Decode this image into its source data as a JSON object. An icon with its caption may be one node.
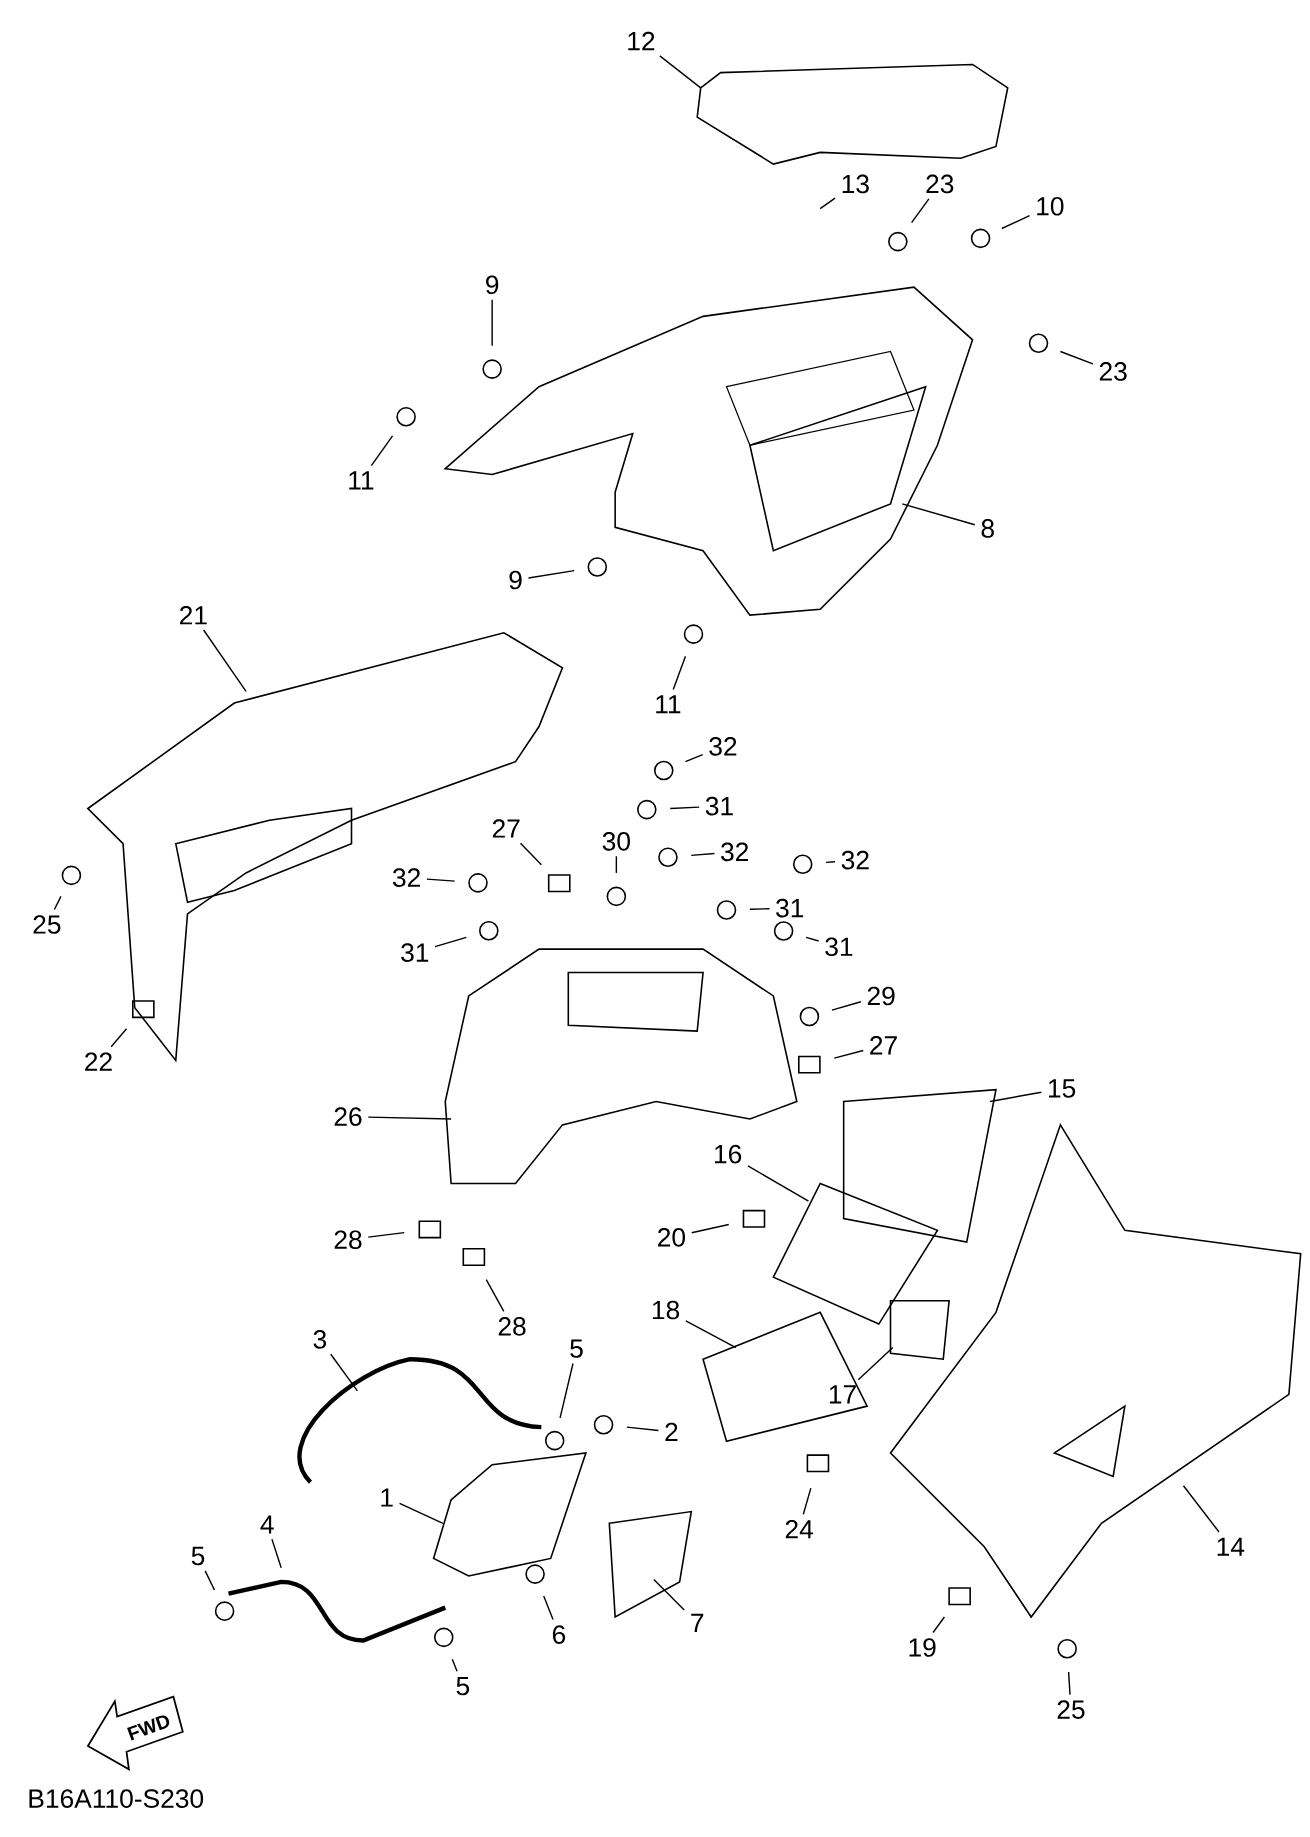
{
  "diagram": {
    "nodes": [
      {
        "text": [
          "12"
        ]
      },
      {
        "text": [
          "13"
        ]
      },
      {
        "text": [
          "23"
        ]
      },
      {
        "text": [
          "10"
        ]
      },
      {
        "text": [
          "9"
        ]
      },
      {
        "text": [
          "23"
        ]
      },
      {
        "text": [
          "11"
        ]
      },
      {
        "text": [
          "8"
        ]
      },
      {
        "text": [
          "9"
        ]
      },
      {
        "text": [
          "21"
        ]
      },
      {
        "text": [
          "11"
        ]
      },
      {
        "text": [
          "32"
        ]
      },
      {
        "text": [
          "31"
        ]
      },
      {
        "text": [
          "27"
        ]
      },
      {
        "text": [
          "30"
        ]
      },
      {
        "text": [
          "32"
        ]
      },
      {
        "text": [
          "32"
        ]
      },
      {
        "text": [
          "32"
        ]
      },
      {
        "text": [
          "25"
        ]
      },
      {
        "text": [
          "31"
        ]
      },
      {
        "text": [
          "31"
        ]
      },
      {
        "text": [
          "31"
        ]
      },
      {
        "text": [
          "29"
        ]
      },
      {
        "text": [
          "27"
        ]
      },
      {
        "text": [
          "22"
        ]
      },
      {
        "text": [
          "15"
        ]
      },
      {
        "text": [
          "26"
        ]
      },
      {
        "text": [
          "16"
        ]
      },
      {
        "text": [
          "20"
        ]
      },
      {
        "text": [
          "28"
        ]
      },
      {
        "text": [
          "18"
        ]
      },
      {
        "text": [
          "28"
        ]
      },
      {
        "text": [
          "3"
        ]
      },
      {
        "text": [
          "5"
        ]
      },
      {
        "text": [
          "2"
        ]
      },
      {
        "text": [
          "17"
        ]
      },
      {
        "text": [
          "1"
        ]
      },
      {
        "text": [
          "4"
        ]
      },
      {
        "text": [
          "24"
        ]
      },
      {
        "text": [
          "14"
        ]
      },
      {
        "text": [
          "5"
        ]
      },
      {
        "text": [
          "7"
        ]
      },
      {
        "text": [
          "6"
        ]
      },
      {
        "text": [
          "19"
        ]
      },
      {
        "text": [
          "5"
        ]
      },
      {
        "text": [
          "25"
        ]
      }
    ],
    "edges": [
      {
        "from": 0,
        "to": null,
        "arrow": "none"
      },
      {
        "from": 1,
        "to": null,
        "arrow": "none"
      },
      {
        "from": 2,
        "to": null,
        "arrow": "none"
      },
      {
        "from": 3,
        "to": null,
        "arrow": "none"
      },
      {
        "from": 4,
        "to": null,
        "arrow": "none"
      },
      {
        "from": 5,
        "to": null,
        "arrow": "none"
      },
      {
        "from": 6,
        "to": null,
        "arrow": "none"
      },
      {
        "from": 7,
        "to": null,
        "arrow": "none"
      },
      {
        "from": 8,
        "to": null,
        "arrow": "none"
      },
      {
        "from": 9,
        "to": null,
        "arrow": "none"
      },
      {
        "from": 10,
        "to": null,
        "arrow": "none"
      },
      {
        "from": 11,
        "to": null,
        "arrow": "none"
      },
      {
        "from": 12,
        "to": null,
        "arrow": "none"
      },
      {
        "from": 13,
        "to": null,
        "arrow": "none"
      },
      {
        "from": 14,
        "to": null,
        "arrow": "none"
      },
      {
        "from": 15,
        "to": null,
        "arrow": "none"
      },
      {
        "from": 16,
        "to": null,
        "arrow": "none"
      },
      {
        "from": 17,
        "to": null,
        "arrow": "none"
      },
      {
        "from": 18,
        "to": null,
        "arrow": "none"
      },
      {
        "from": 19,
        "to": null,
        "arrow": "none"
      },
      {
        "from": 20,
        "to": null,
        "arrow": "none"
      },
      {
        "from": 21,
        "to": null,
        "arrow": "none"
      },
      {
        "from": 22,
        "to": null,
        "arrow": "none"
      },
      {
        "from": 23,
        "to": null,
        "arrow": "none"
      },
      {
        "from": 24,
        "to": null,
        "arrow": "none"
      },
      {
        "from": 25,
        "to": null,
        "arrow": "none"
      },
      {
        "from": 26,
        "to": null,
        "arrow": "none"
      },
      {
        "from": 27,
        "to": null,
        "arrow": "none"
      },
      {
        "from": 28,
        "to": null,
        "arrow": "none"
      },
      {
        "from": 29,
        "to": null,
        "arrow": "none"
      },
      {
        "from": 30,
        "to": null,
        "arrow": "none"
      },
      {
        "from": 31,
        "to": null,
        "arrow": "none"
      },
      {
        "from": 32,
        "to": null,
        "arrow": "none"
      },
      {
        "from": 33,
        "to": null,
        "arrow": "none"
      },
      {
        "from": 34,
        "to": null,
        "arrow": "none"
      },
      {
        "from": 35,
        "to": null,
        "arrow": "none"
      },
      {
        "from": 36,
        "to": null,
        "arrow": "none"
      },
      {
        "from": 37,
        "to": null,
        "arrow": "none"
      },
      {
        "from": 38,
        "to": null,
        "arrow": "none"
      },
      {
        "from": 39,
        "to": null,
        "arrow": "none"
      },
      {
        "from": 40,
        "to": null,
        "arrow": "none"
      },
      {
        "from": 41,
        "to": null,
        "arrow": "none"
      },
      {
        "from": 42,
        "to": null,
        "arrow": "none"
      },
      {
        "from": 43,
        "to": null,
        "arrow": "none"
      },
      {
        "from": 44,
        "to": null,
        "arrow": "none"
      },
      {
        "from": 45,
        "to": null,
        "arrow": "none"
      }
    ],
    "labels": [
      "FWD",
      "B16A110-S230"
    ]
  }
}
